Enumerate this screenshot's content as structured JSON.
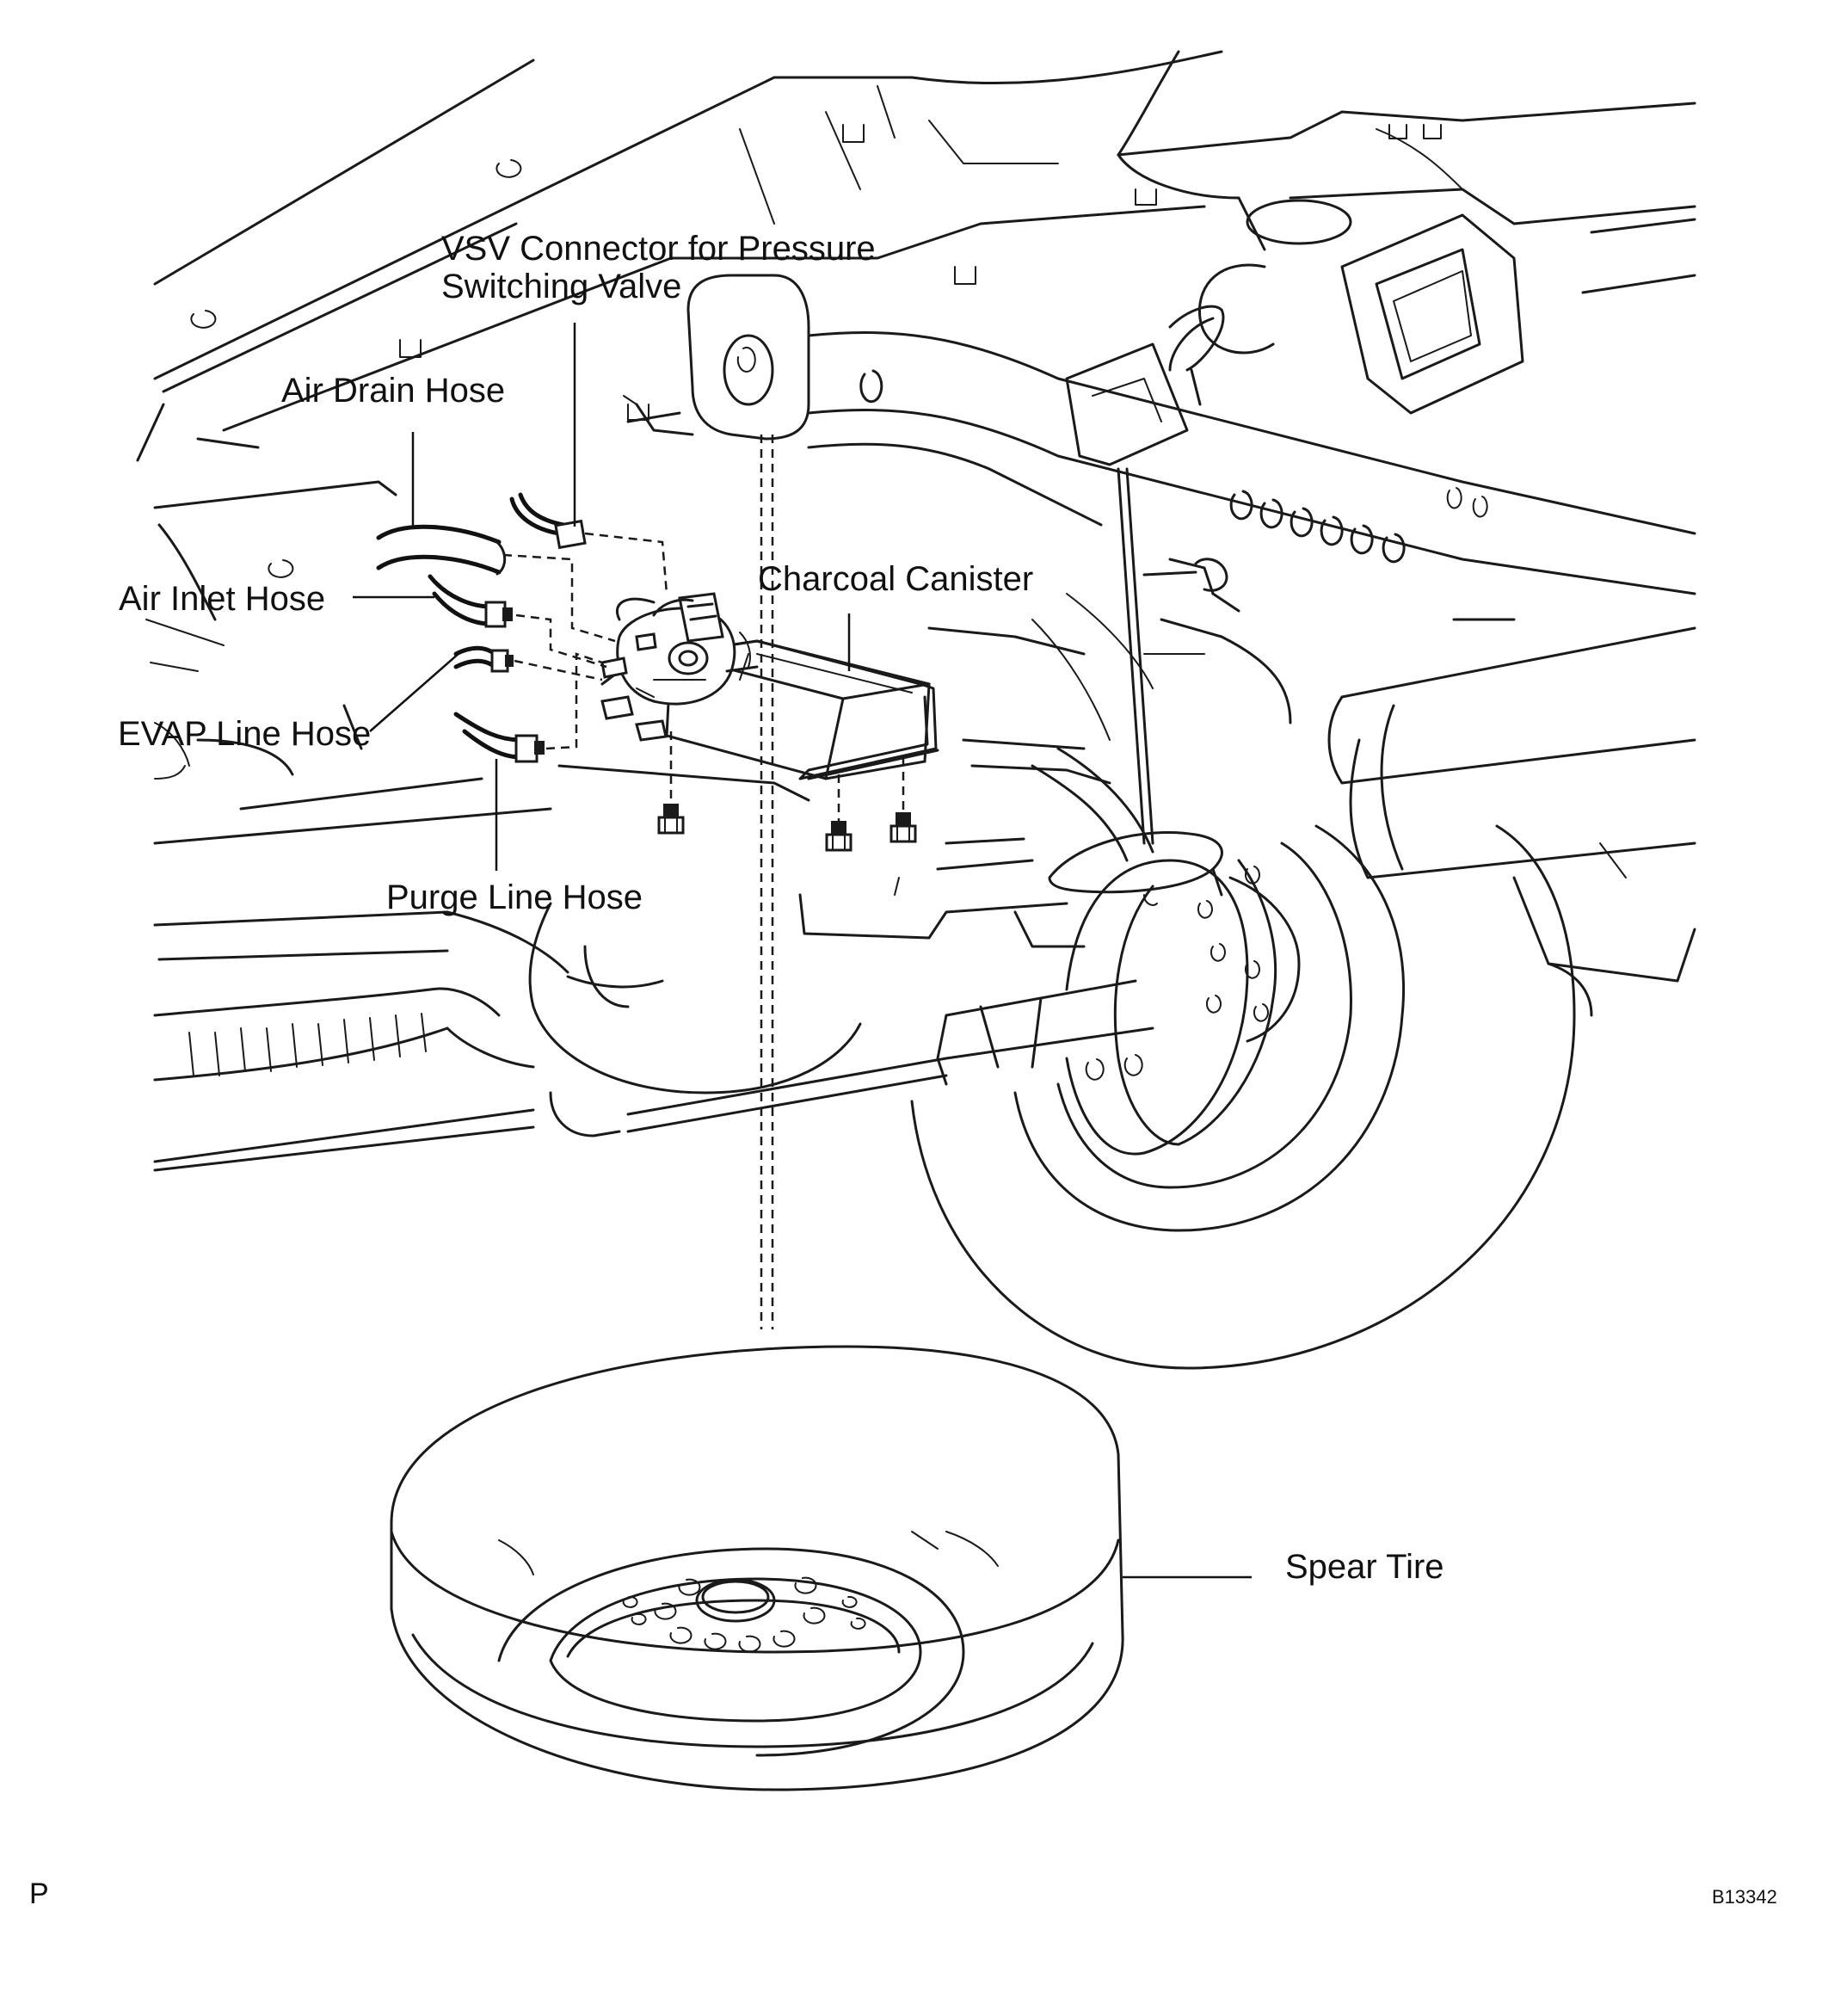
{
  "labels": {
    "vsv_connector_line1": "VSV Connector for Pressure",
    "vsv_connector_line2": "Switching Valve",
    "air_drain_hose": "Air Drain Hose",
    "air_inlet_hose": "Air Inlet Hose",
    "evap_line_hose": "EVAP Line Hose",
    "purge_line_hose": "Purge Line Hose",
    "charcoal_canister": "Charcoal Canister",
    "spare_tire": "Spear Tire"
  },
  "corner_marks": {
    "left": "P",
    "figure_code": "B13342"
  }
}
